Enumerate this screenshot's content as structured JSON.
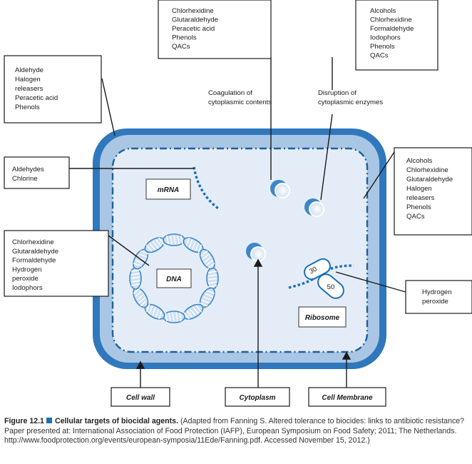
{
  "diagram": {
    "agent_boxes": {
      "top_left": [
        "Aldehyde",
        "Halogen",
        "releasers",
        "Peracetic acid",
        "Phenols"
      ],
      "top_center": [
        "Chlorhexidine",
        "Glutaraldehyde",
        "Peracetic acid",
        "Phenols",
        "QACs"
      ],
      "top_right": [
        "Alcohols",
        "Chlorhexidine",
        "Formaldehyde",
        "Iodophors",
        "Phenols",
        "QACs"
      ],
      "mrna_agents": [
        "Aldehydes",
        "Chlorine"
      ],
      "dna_agents": [
        "Chlorhexidine",
        "Glutaraldehyde",
        "Formaldehyde",
        "Hydrogen",
        "peroxide",
        "Iodophors"
      ],
      "membrane_agents": [
        "Alcohols",
        "Chlorhexidine",
        "Glutaraldehyde",
        "Halogen",
        "releasers",
        "Phenols",
        "QACs"
      ],
      "ribosome_agents": [
        "Hydrogen",
        "peroxide"
      ]
    },
    "annotations": {
      "coagulation": [
        "Coagulation of",
        "cytoplasmic contents"
      ],
      "disruption": [
        "Disruption of",
        "cytoplasmic enzymes"
      ]
    },
    "cell_labels": {
      "mrna": "mRNA",
      "dna": "DNA",
      "ribosome": "Ribosome",
      "subunit_30": "30",
      "subunit_50": "50"
    },
    "bottom_labels": {
      "cell_wall": "Cell wall",
      "cytoplasm": "Cytoplasm",
      "cell_membrane": "Cell Membrane"
    },
    "colors": {
      "cell_wall": "#2f78bd",
      "membrane_fill": "#a9c7e4",
      "cytoplasm_fill": "#e4edf7",
      "membrane_dash": "#1d5fa0",
      "accent": "#1b6fb6"
    }
  },
  "caption": {
    "number": "Figure 12.1",
    "title": "Cellular targets of biocidal agents.",
    "body": "(Adapted from Fanning S. Altered tolerance to biocides: links to antibiotic resistance? Paper presented at: International Association of Food Protection (IAFP), European Symposium on Food Safety; 2011; The Netherlands. http://www.foodprotection.org/events/european-symposia/11Ede/Fanning.pdf. Accessed November 15, 2012.)"
  }
}
